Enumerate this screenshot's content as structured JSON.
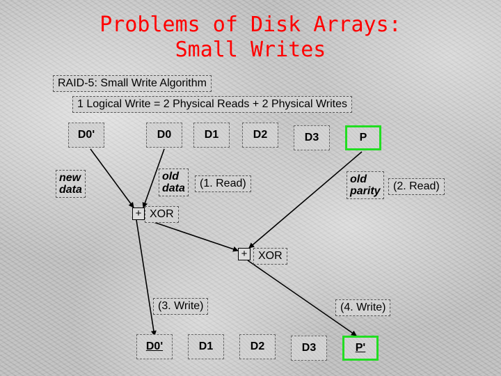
{
  "title": {
    "line1": "Problems of Disk Arrays:",
    "line2": "Small Writes"
  },
  "algorithm_title": "RAID-5: Small Write Algorithm",
  "summary": "1 Logical Write = 2 Physical Reads + 2  Physical Writes",
  "top_disks": {
    "new_block": "D0'",
    "d0": "D0",
    "d1": "D1",
    "d2": "D2",
    "d3": "D3",
    "p": "P"
  },
  "new_data": {
    "line1": "new",
    "line2": "data"
  },
  "old_data": {
    "line1": "old",
    "line2": "data"
  },
  "step1": "(1. Read)",
  "old_parity": {
    "line1": "old",
    "line2": "parity"
  },
  "step2": "(2. Read)",
  "xor1": {
    "symbol": "+",
    "label": "XOR"
  },
  "xor2": {
    "symbol": "+",
    "label": "XOR"
  },
  "step3": "(3. Write)",
  "step4": "(4. Write)",
  "bottom_disks": {
    "d0": "D0'",
    "d1": "D1",
    "d2": "D2",
    "d3": "D3",
    "p": "P'"
  },
  "colors": {
    "title": "#ff0000",
    "parity_border": "#22dd22",
    "arrows": "#000000"
  },
  "icons": {
    "xor": "circled-plus-icon"
  }
}
